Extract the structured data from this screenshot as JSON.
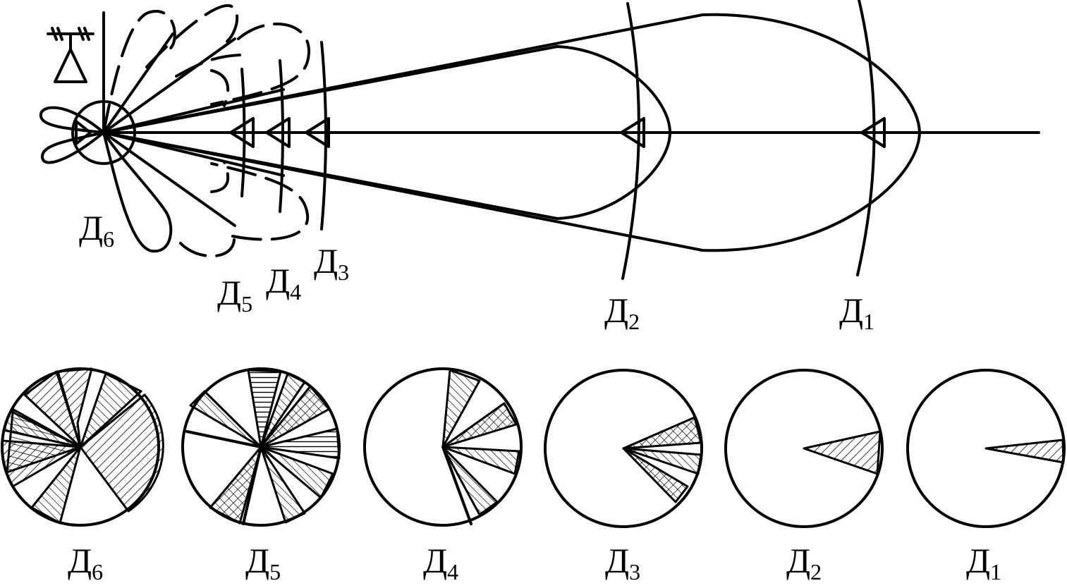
{
  "top_labels": [
    {
      "letter": "Д",
      "sub": "6"
    },
    {
      "letter": "Д",
      "sub": "5"
    },
    {
      "letter": "Д",
      "sub": "4"
    },
    {
      "letter": "Д",
      "sub": "3"
    },
    {
      "letter": "Д",
      "sub": "2"
    },
    {
      "letter": "Д",
      "sub": "1"
    }
  ],
  "bottom_labels": [
    {
      "letter": "Д",
      "sub": "6"
    },
    {
      "letter": "Д",
      "sub": "5"
    },
    {
      "letter": "Д",
      "sub": "4"
    },
    {
      "letter": "Д",
      "sub": "3"
    },
    {
      "letter": "Д",
      "sub": "2"
    },
    {
      "letter": "Д",
      "sub": "1"
    }
  ],
  "colors": {
    "ink": "#000000",
    "background": "#ffffff"
  }
}
